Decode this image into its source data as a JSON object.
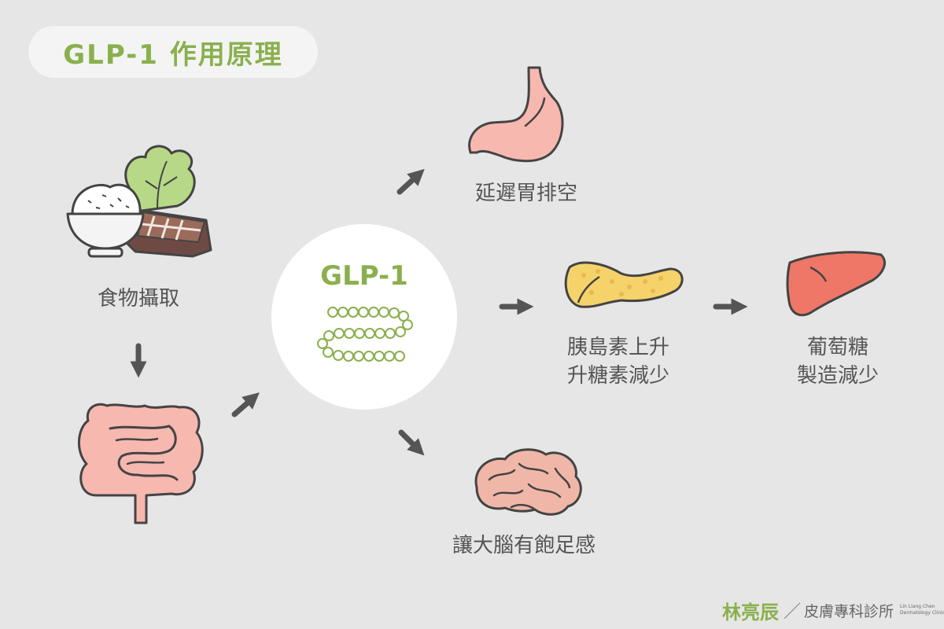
{
  "title": "GLP-1 作用原理",
  "center": {
    "title": "GLP-1"
  },
  "nodes": {
    "food": "食物攝取",
    "stomach": "延遲胃排空",
    "pancreas": [
      "胰島素上升",
      "升糖素減少"
    ],
    "liver": [
      "葡萄糖",
      "製造減少"
    ],
    "brain": "讓大腦有飽足感"
  },
  "footer": {
    "brand": "林亮辰",
    "separator": "／",
    "clinic": "皮膚專科診所",
    "english": [
      "Lin Liang Chen",
      "Dermatology Clinic"
    ]
  },
  "colors": {
    "background": "#e6e6e6",
    "accent": "#8ab04e",
    "arrow": "#555555",
    "organ_pink": "#f7b8b0",
    "liver_red": "#ee7768",
    "pancreas_yellow": "#f6d36a",
    "outline": "#444444"
  },
  "icons": [
    "rice-bowl-icon",
    "lettuce-icon",
    "steak-icon",
    "intestine-icon",
    "stomach-icon",
    "pancreas-icon",
    "liver-icon",
    "brain-icon",
    "glp1-chain-icon"
  ]
}
